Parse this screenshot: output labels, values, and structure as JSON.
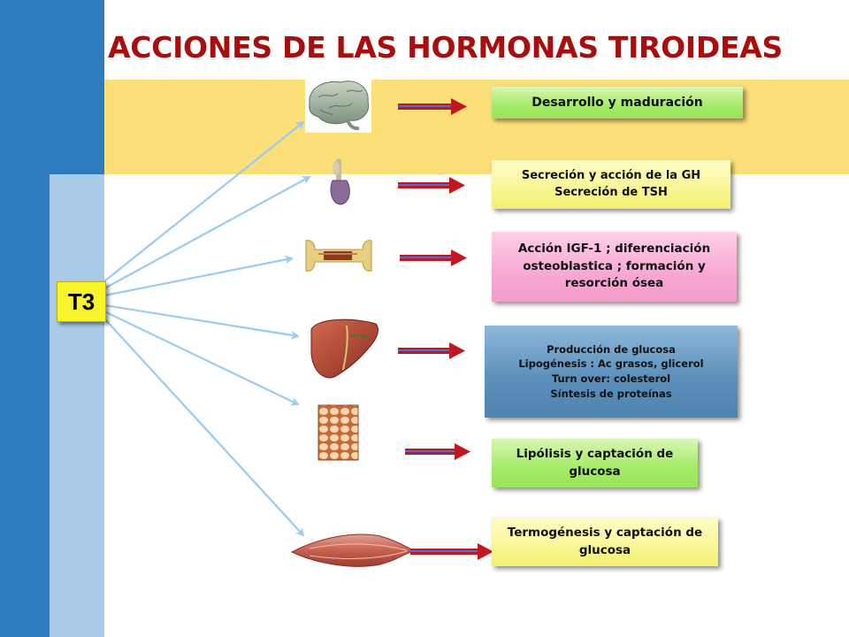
{
  "title": "ACCIONES DE LAS HORMONAS TIROIDEAS",
  "source_label": "T3",
  "effects": [
    {
      "lines": [
        "Desarrollo y maduración"
      ],
      "tissue_icon": "brain-icon",
      "color": "#a7ec6b"
    },
    {
      "lines": [
        "Secreción y acción de la GH",
        "Secreción de TSH"
      ],
      "tissue_icon": "pituitary-icon",
      "color": "#f9f694"
    },
    {
      "lines": [
        "Acción IGF-1 ; diferenciación",
        "osteoblastica ; formación y",
        "resorción ósea"
      ],
      "tissue_icon": "bone-icon",
      "color": "#f8a8d2"
    },
    {
      "lines": [
        "Producción de glucosa",
        "Lipogénesis : Ac grasos, glicerol",
        "Turn over: colesterol",
        "Síntesis de proteínas"
      ],
      "tissue_icon": "liver-icon",
      "color": "#5d91bc"
    },
    {
      "lines": [
        "Lipólisis y captación de",
        "glucosa"
      ],
      "tissue_icon": "adipose-tissue-icon",
      "color": "#a7ec6b"
    },
    {
      "lines": [
        "Termogénesis  y captación de",
        "glucosa"
      ],
      "tissue_icon": "muscle-icon",
      "color": "#f9f694"
    }
  ],
  "colors": {
    "title": "#a80e0e",
    "sidebar_dark": "#2e7bbf",
    "sidebar_light": "#a9cbe8",
    "band": "#fbe07a",
    "arrow_blue": "#9ccaf0",
    "arrow_red": "#c0181e",
    "arrow_blue_shaft": "#4a6fd6"
  }
}
